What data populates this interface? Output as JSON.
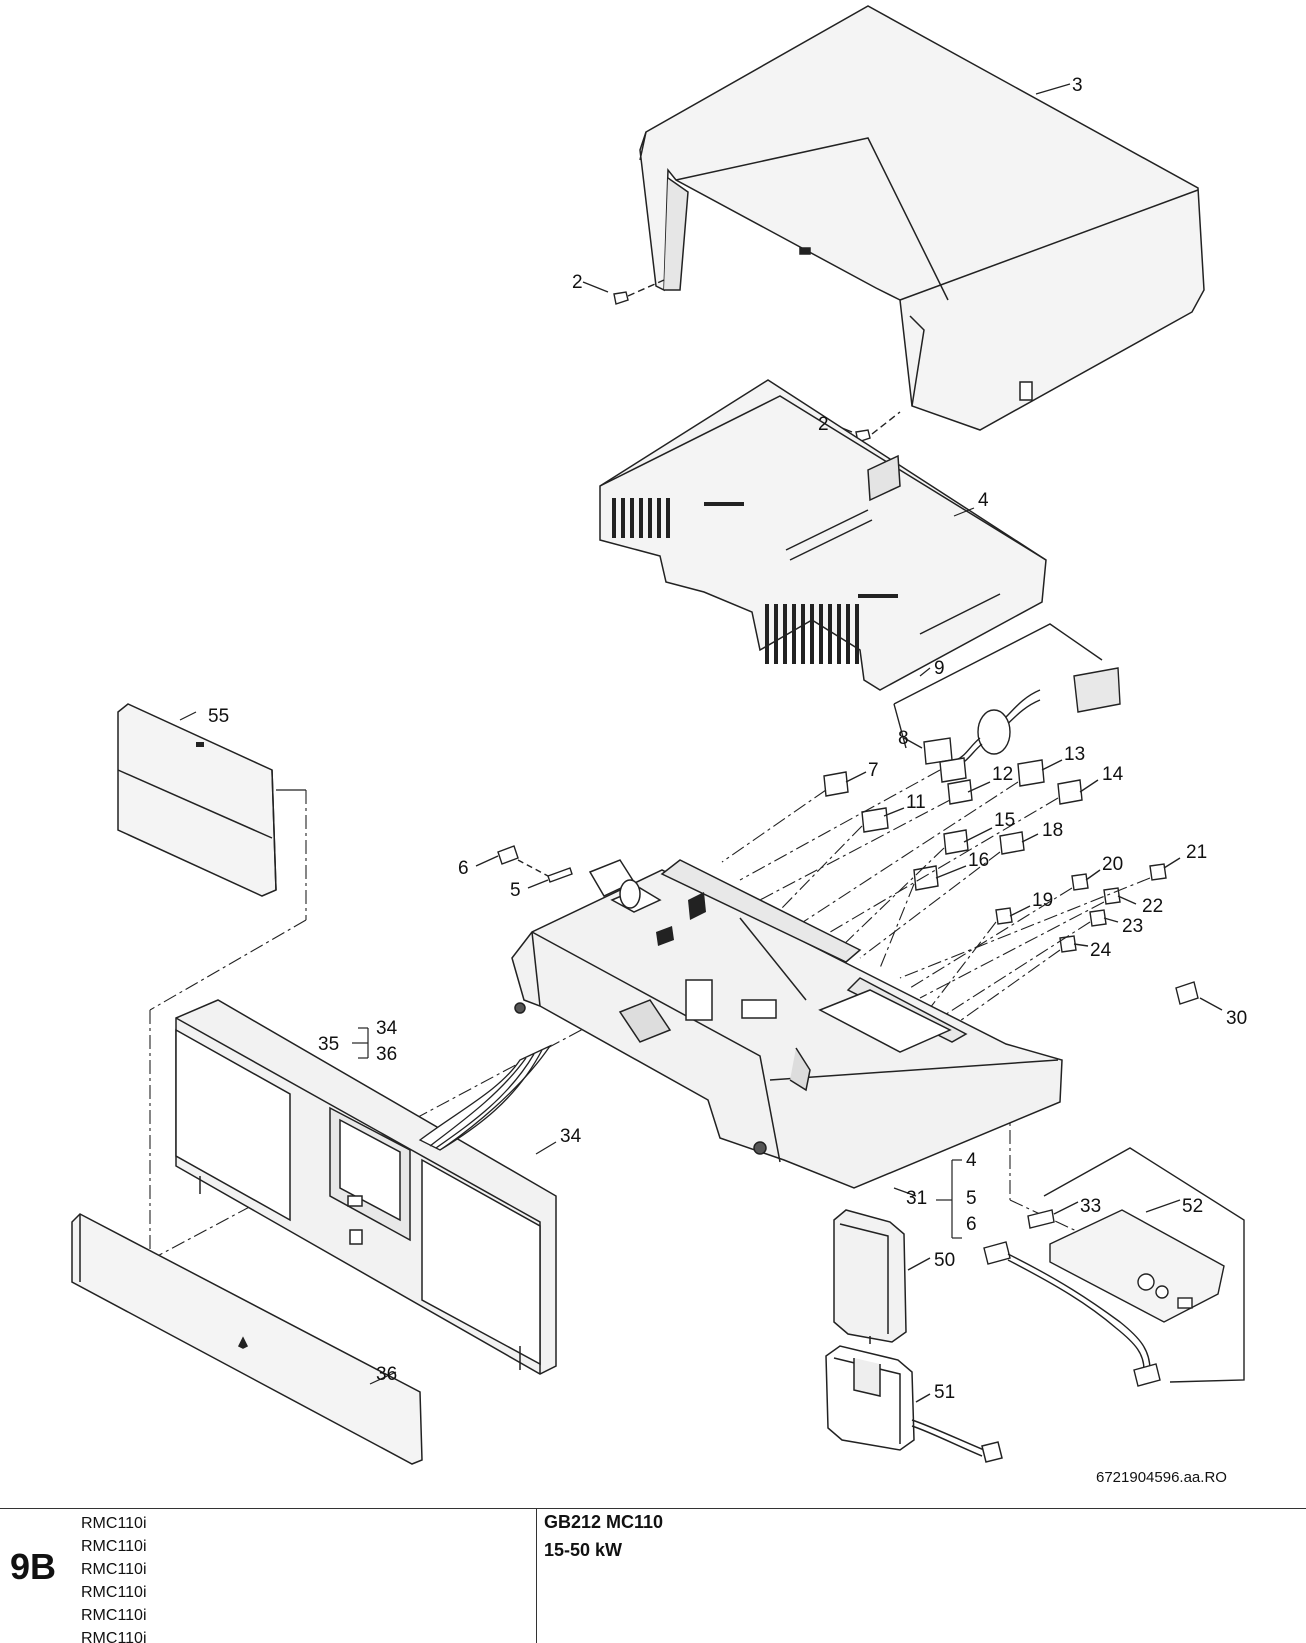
{
  "callouts": [
    {
      "id": "c3",
      "text": "3"
    },
    {
      "id": "c2a",
      "text": "2"
    },
    {
      "id": "c2b",
      "text": "2"
    },
    {
      "id": "c4",
      "text": "4"
    },
    {
      "id": "c9",
      "text": "9"
    },
    {
      "id": "c55",
      "text": "55"
    },
    {
      "id": "c8",
      "text": "8"
    },
    {
      "id": "c7",
      "text": "7"
    },
    {
      "id": "c12",
      "text": "12"
    },
    {
      "id": "c13",
      "text": "13"
    },
    {
      "id": "c14",
      "text": "14"
    },
    {
      "id": "c11",
      "text": "11"
    },
    {
      "id": "c15",
      "text": "15"
    },
    {
      "id": "c18",
      "text": "18"
    },
    {
      "id": "c16",
      "text": "16"
    },
    {
      "id": "c6",
      "text": "6"
    },
    {
      "id": "c5",
      "text": "5"
    },
    {
      "id": "c21",
      "text": "21"
    },
    {
      "id": "c20",
      "text": "20"
    },
    {
      "id": "c22",
      "text": "22"
    },
    {
      "id": "c19",
      "text": "19"
    },
    {
      "id": "c23",
      "text": "23"
    },
    {
      "id": "c24",
      "text": "24"
    },
    {
      "id": "c30",
      "text": "30"
    },
    {
      "id": "c35",
      "text": "35"
    },
    {
      "id": "c34a",
      "text": "34"
    },
    {
      "id": "c36a",
      "text": "36"
    },
    {
      "id": "c34b",
      "text": "34"
    },
    {
      "id": "c31",
      "text": "31"
    },
    {
      "id": "c4b",
      "text": "4"
    },
    {
      "id": "c5b",
      "text": "5"
    },
    {
      "id": "c6b",
      "text": "6"
    },
    {
      "id": "c33",
      "text": "33"
    },
    {
      "id": "c52",
      "text": "52"
    },
    {
      "id": "c50",
      "text": "50"
    },
    {
      "id": "c36b",
      "text": "36"
    },
    {
      "id": "c51",
      "text": "51"
    }
  ],
  "drawing_ref": "6721904596.aa.RO",
  "footer": {
    "page_label": "9B",
    "models": [
      "RMC110i",
      "RMC110i",
      "RMC110i",
      "RMC110i",
      "RMC110i",
      "RMC110i"
    ],
    "product_name": "GB212 MC110",
    "product_power": "15-50 kW"
  },
  "colors": {
    "line": "#222222",
    "fill": "#f2f2f2",
    "shade": "#d8d8d8"
  }
}
